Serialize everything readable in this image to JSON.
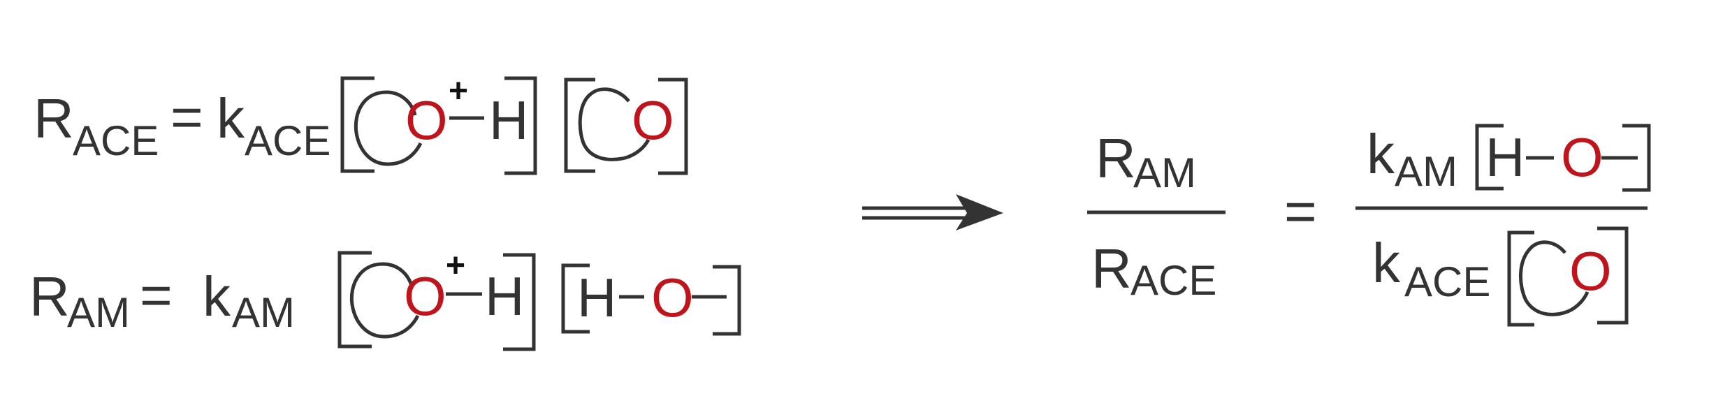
{
  "colors": {
    "ink": "#333333",
    "oxygen": "#c0141c",
    "background": "#ffffff"
  },
  "eq_ace": {
    "R": "R",
    "R_sub": "ACE",
    "equals": "=",
    "k": "k",
    "k_sub": "ACE",
    "oxygen": "O",
    "plus": "+",
    "hydrogen": "H",
    "oxygen2": "O"
  },
  "eq_am": {
    "R": "R",
    "R_sub": "AM",
    "equals": "=",
    "k": "k",
    "k_sub": "AM",
    "oxygen": "O",
    "plus": "+",
    "hydrogen": "H",
    "water_h": "H",
    "water_o": "O"
  },
  "arrow": {
    "icon": "double-arrow-right-icon"
  },
  "ratio": {
    "num_R": "R",
    "num_sub": "AM",
    "den_R": "R",
    "den_sub": "ACE",
    "equals": "=",
    "k_num": "k",
    "k_num_sub": "AM",
    "num_h": "H",
    "num_o": "O",
    "k_den": "k",
    "k_den_sub": "ACE",
    "den_o": "O"
  }
}
